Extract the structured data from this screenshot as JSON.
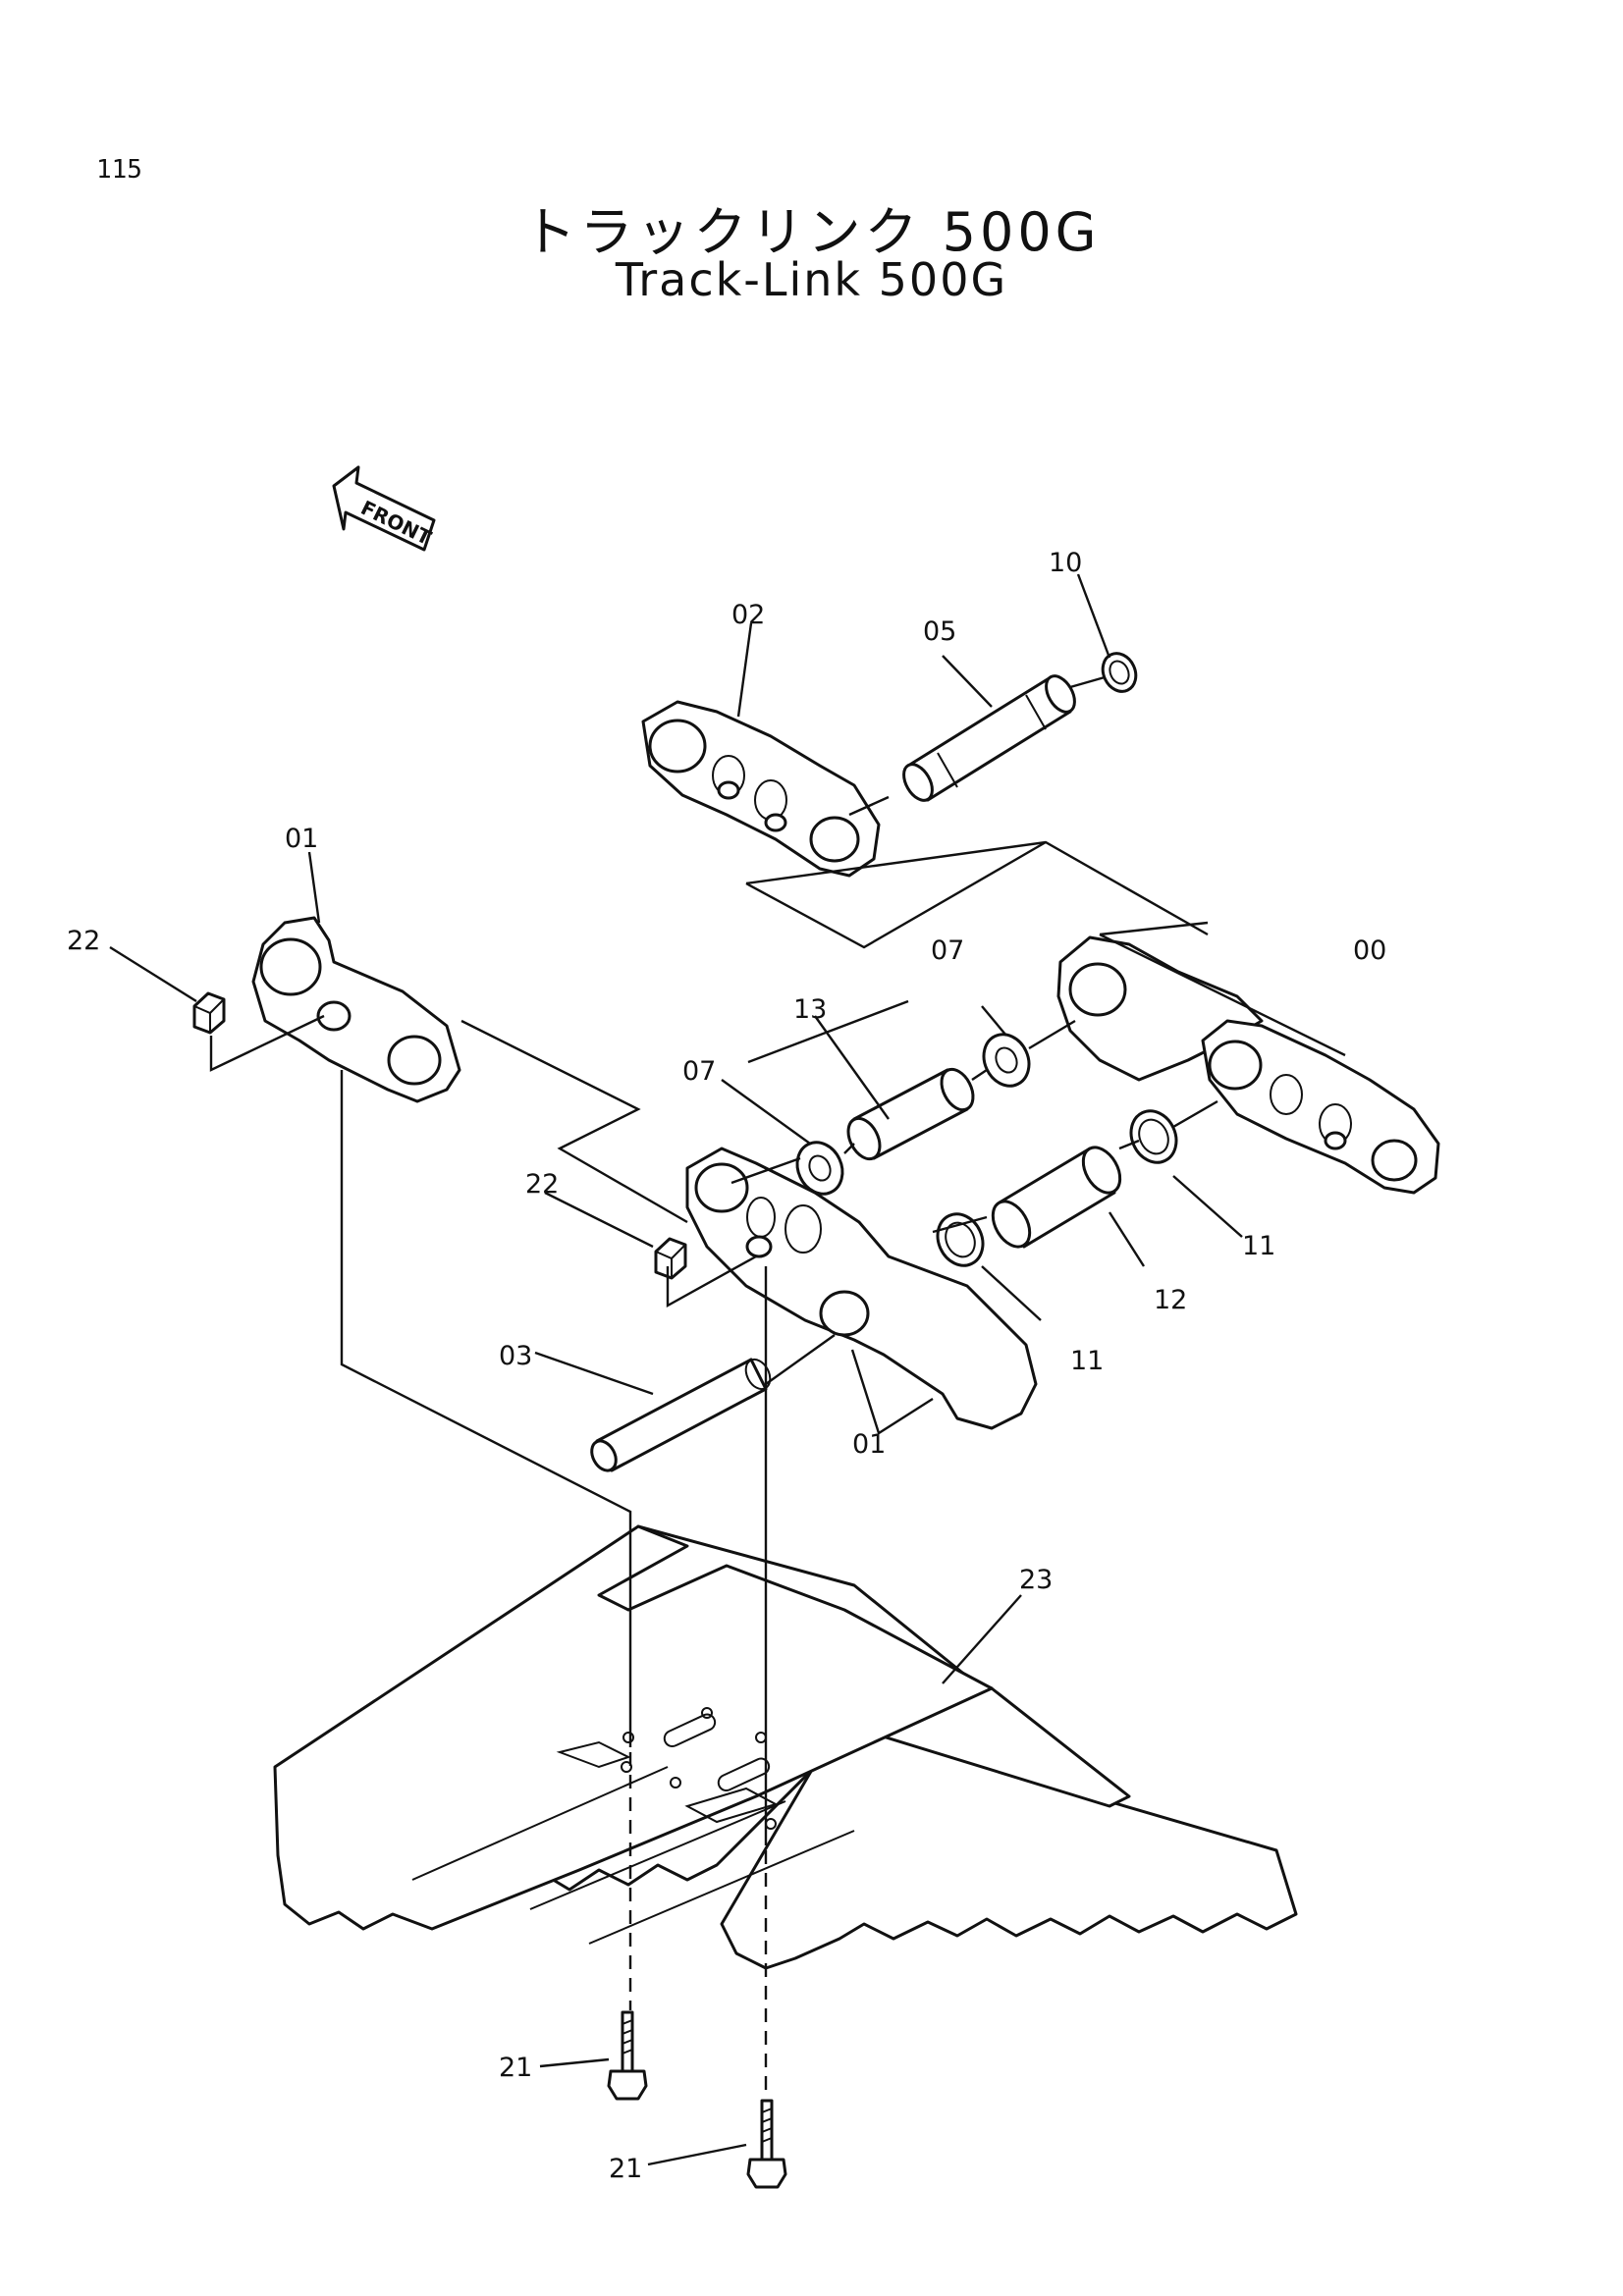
{
  "page_number": "115",
  "title_japanese": "トラックリンク 500G",
  "title_english": "Track-Link 500G",
  "front_label": "FRONT",
  "part_labels": {
    "p00": "00",
    "p01_upper": "01",
    "p01_lower": "01",
    "p02": "02",
    "p03": "03",
    "p05": "05",
    "p07_upper": "07",
    "p07_lower": "07",
    "p10": "10",
    "p11_right": "11",
    "p11_lower": "11",
    "p12": "12",
    "p13": "13",
    "p21_upper": "21",
    "p21_lower": "21",
    "p22_upper": "22",
    "p22_lower": "22",
    "p23": "23"
  }
}
